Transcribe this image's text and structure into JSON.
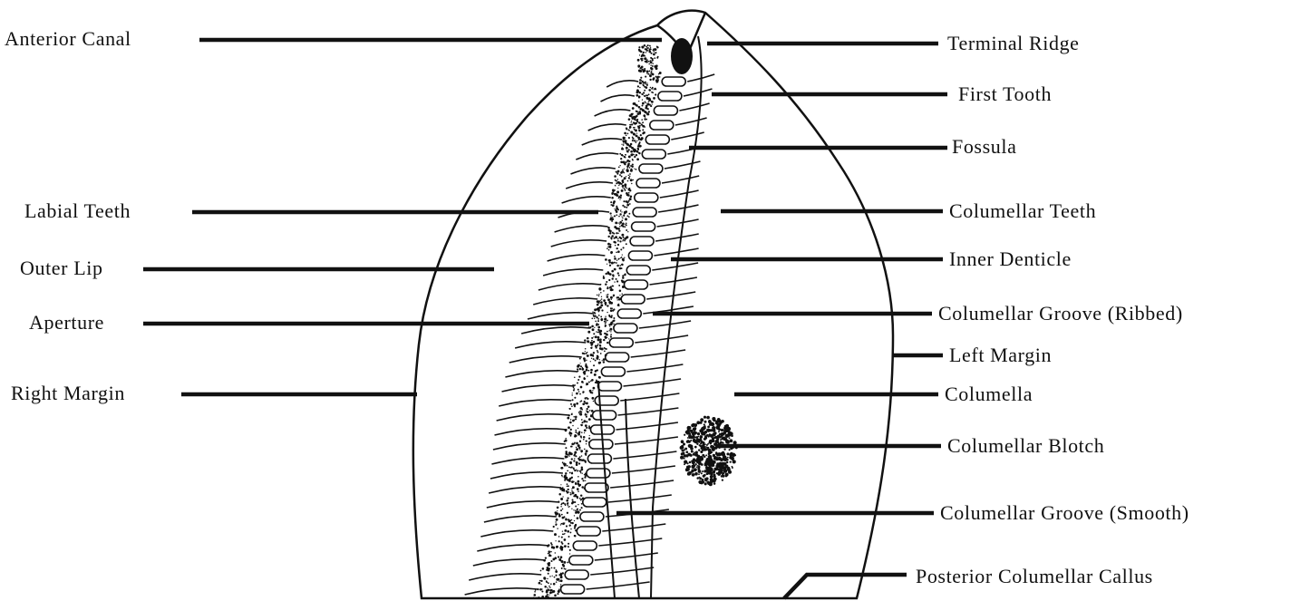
{
  "diagram": {
    "ink_color": "#111111",
    "background_color": "#ffffff",
    "subject": "cowrie-shell-ventral-view",
    "labels_left": [
      {
        "id": "anterior-canal",
        "text": "Anterior Canal"
      },
      {
        "id": "labial-teeth",
        "text": "Labial Teeth"
      },
      {
        "id": "outer-lip",
        "text": "Outer Lip"
      },
      {
        "id": "aperture",
        "text": "Aperture"
      },
      {
        "id": "right-margin",
        "text": "Right Margin"
      }
    ],
    "labels_right": [
      {
        "id": "terminal-ridge",
        "text": "Terminal Ridge"
      },
      {
        "id": "first-tooth",
        "text": "First Tooth"
      },
      {
        "id": "fossula",
        "text": "Fossula"
      },
      {
        "id": "columellar-teeth",
        "text": "Columellar Teeth"
      },
      {
        "id": "inner-denticle",
        "text": "Inner Denticle"
      },
      {
        "id": "columellar-groove-ribbed",
        "text": "Columellar Groove (Ribbed)"
      },
      {
        "id": "left-margin",
        "text": "Left Margin"
      },
      {
        "id": "columella",
        "text": "Columella"
      },
      {
        "id": "columellar-blotch",
        "text": "Columellar Blotch"
      },
      {
        "id": "columellar-groove-smooth",
        "text": "Columellar Groove (Smooth)"
      },
      {
        "id": "posterior-columellar-callus",
        "text": "Posterior Columellar Callus"
      }
    ]
  }
}
